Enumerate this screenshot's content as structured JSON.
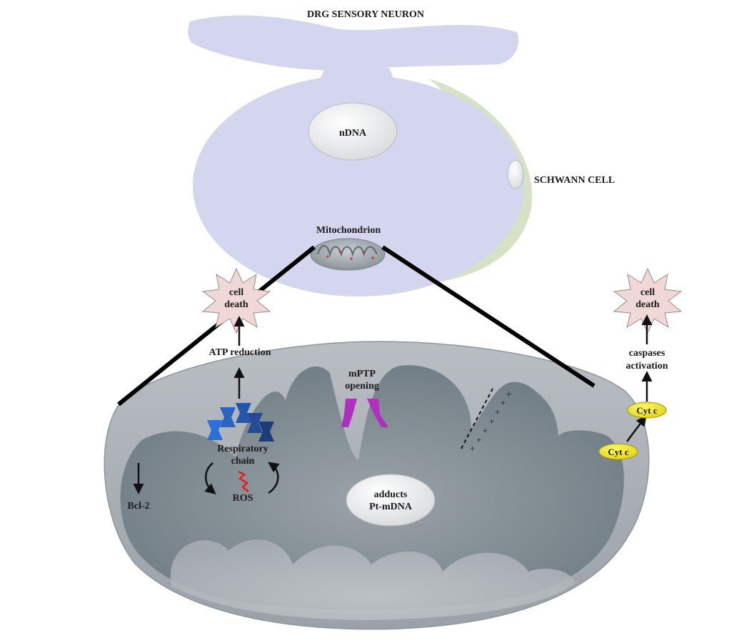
{
  "title": "DRG SENSORY NEURON",
  "labels": {
    "schwann_cell": "SCHWANN CELL",
    "ndna": "nDNA",
    "mitochondrion": "Mitochondrion",
    "cell_death_left_1": "cell",
    "cell_death_left_2": "death",
    "cell_death_right_1": "cell",
    "cell_death_right_2": "death",
    "atp_reduction": "ATP reduction",
    "mptp_1": "mPTP",
    "mptp_2": "opening",
    "respiratory_1": "Respiratory",
    "respiratory_2": "chain",
    "ros": "ROS",
    "bcl2": "Bcl-2",
    "adducts_1": "adducts",
    "adducts_2": "Pt-mDNA",
    "caspases_1": "caspases",
    "caspases_2": "activation",
    "cytc_upper": "Cyt c",
    "cytc_lower": "Cyt c"
  },
  "colors": {
    "neuron_body": "#d3d6ee",
    "schwann_cell": "#d6e2c6",
    "mito_outer": "#a7adb2",
    "mito_matrix": "#7f8a91",
    "starburst": "#f0d8d6",
    "cyt_c": "#f3ea2c",
    "mptp": "#b12fbf",
    "resp_chain_light": "#2b6fd8",
    "resp_chain_dark": "#1c3d7a",
    "ros": "#e02020"
  }
}
